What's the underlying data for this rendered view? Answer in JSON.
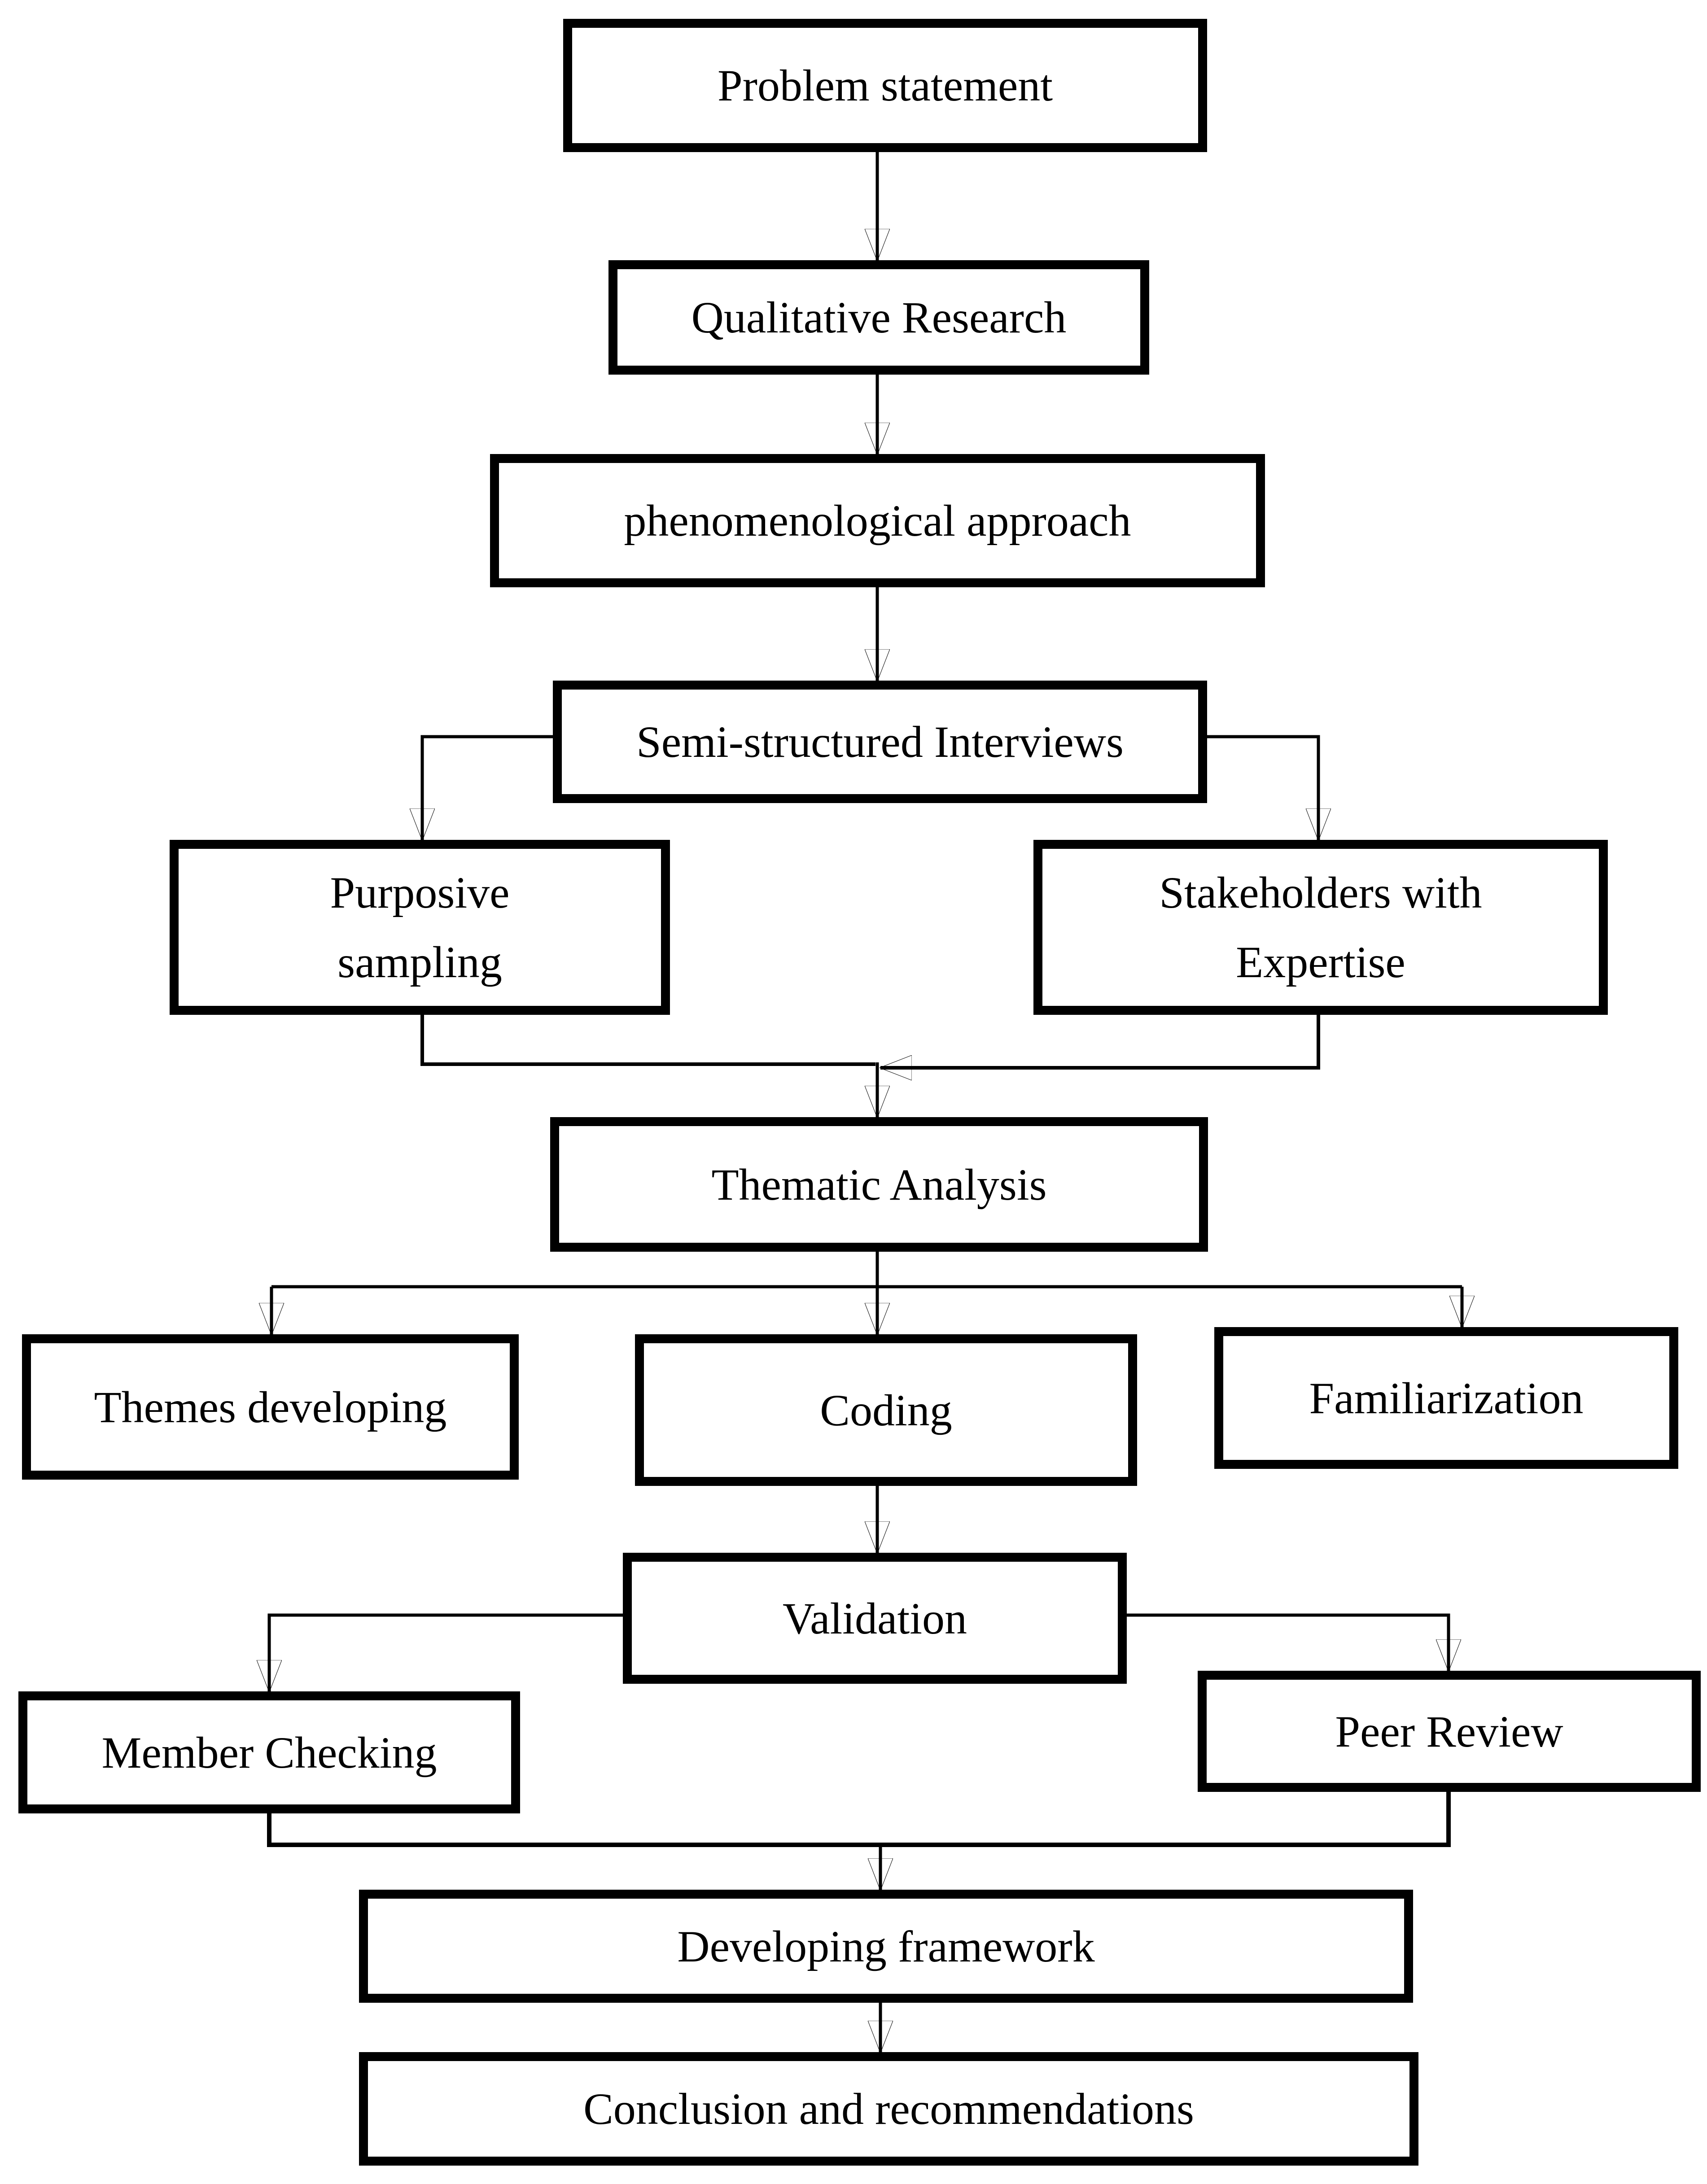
{
  "diagram": {
    "type": "flowchart",
    "background_color": "#ffffff",
    "box_fill_color": "#ffffff",
    "box_border_color": "#000000",
    "text_color": "#000000",
    "connector_color": "#000000"
  },
  "nodes": {
    "problem": {
      "label": "Problem statement"
    },
    "qualitative": {
      "label": "Qualitative Research"
    },
    "phenomenological": {
      "label": "phenomenological approach"
    },
    "semi": {
      "label": "Semi-structured Interviews"
    },
    "purposive": {
      "label": "Purposive sampling"
    },
    "stakeholders": {
      "label": "Stakeholders with Expertise"
    },
    "thematic": {
      "label": "Thematic Analysis"
    },
    "themes": {
      "label": "Themes developing"
    },
    "coding": {
      "label": "Coding"
    },
    "familiarization": {
      "label": "Familiarization"
    },
    "validation": {
      "label": "Validation"
    },
    "member": {
      "label": "Member Checking"
    },
    "peer": {
      "label": "Peer Review"
    },
    "developing": {
      "label": "Developing framework"
    },
    "conclusion": {
      "label": "Conclusion and recommendations"
    }
  },
  "edges": [
    {
      "from": "problem",
      "to": "qualitative"
    },
    {
      "from": "qualitative",
      "to": "phenomenological"
    },
    {
      "from": "phenomenological",
      "to": "semi"
    },
    {
      "from": "semi",
      "to": "purposive"
    },
    {
      "from": "semi",
      "to": "stakeholders"
    },
    {
      "from": "purposive",
      "to": "thematic"
    },
    {
      "from": "stakeholders",
      "to": "thematic"
    },
    {
      "from": "thematic",
      "to": "themes"
    },
    {
      "from": "thematic",
      "to": "coding"
    },
    {
      "from": "thematic",
      "to": "familiarization"
    },
    {
      "from": "coding",
      "to": "validation"
    },
    {
      "from": "validation",
      "to": "member"
    },
    {
      "from": "validation",
      "to": "peer"
    },
    {
      "from": "member",
      "to": "developing"
    },
    {
      "from": "peer",
      "to": "developing"
    },
    {
      "from": "developing",
      "to": "conclusion"
    }
  ]
}
